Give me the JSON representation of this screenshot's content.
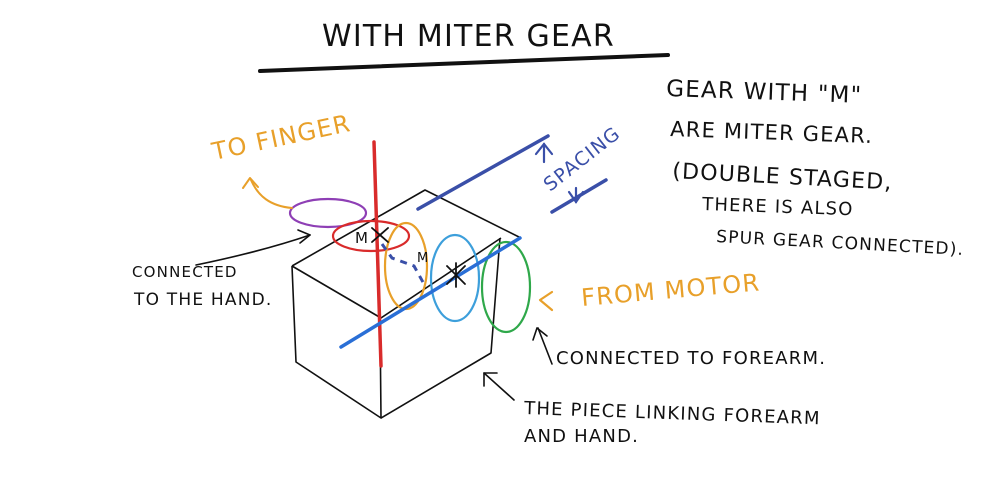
{
  "title": "WITH MITER GEAR",
  "labels": {
    "to_finger": "TO FINGER",
    "spacing": "SPACING",
    "from_motor": "FROM MOTOR",
    "connected_hand_1": "CONNECTED",
    "connected_hand_2": "TO THE HAND.",
    "connected_forearm": "CONNECTED TO FOREARM.",
    "piece_1": "THE PIECE LINKING FOREARM",
    "piece_2": "AND HAND.",
    "miter_mark_1": "M",
    "miter_mark_2": "M"
  },
  "note": {
    "line1": "GEAR WITH \"M\"",
    "line2": "ARE MITER GEAR.",
    "line3": "(DOUBLE STAGED,",
    "line4": "THERE IS ALSO",
    "line5": "SPUR GEAR CONNECTED)."
  },
  "colors": {
    "ink": "#111111",
    "orange": "#E8A02A",
    "purple": "#8E3FB5",
    "red": "#D92B2B",
    "blue_axis": "#2A6FD6",
    "navy": "#3A4FA8",
    "light_blue": "#3D9FDB",
    "green": "#2FA84A"
  }
}
